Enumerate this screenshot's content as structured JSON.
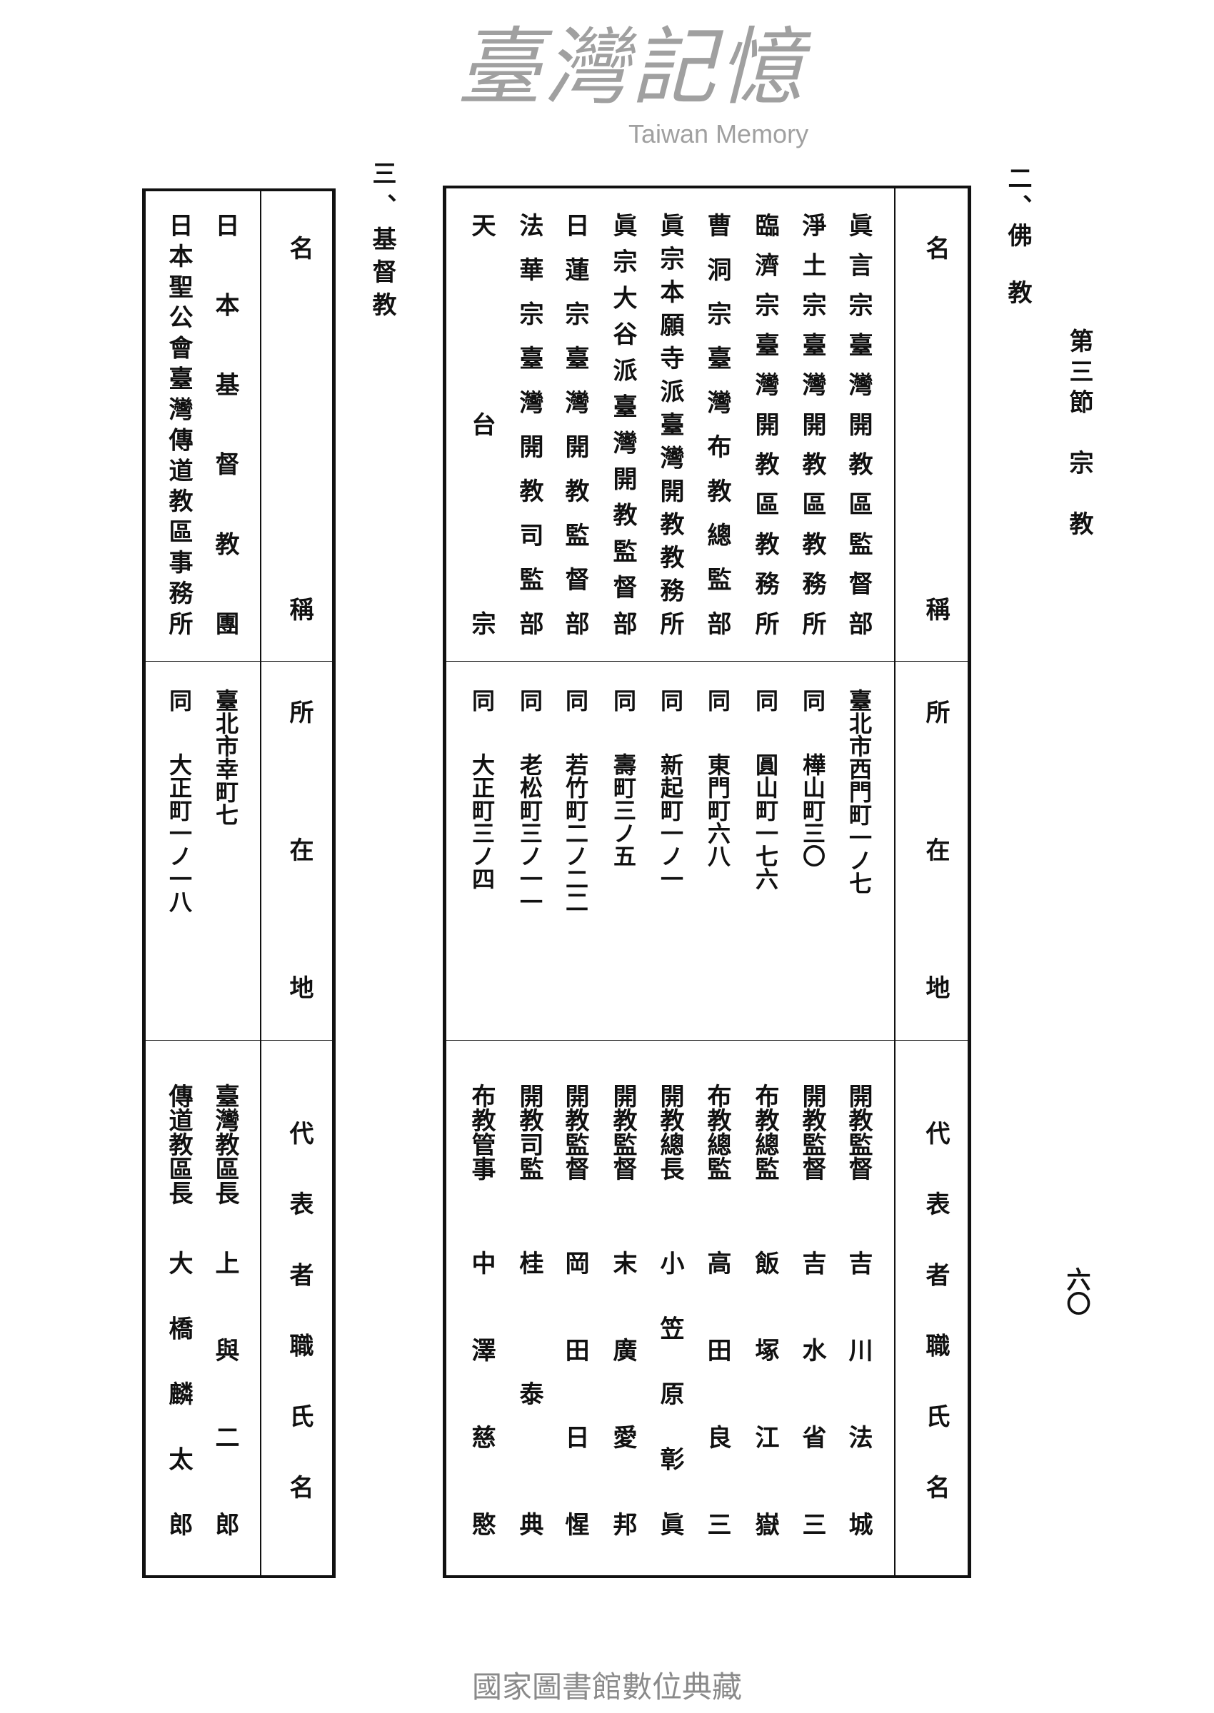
{
  "header": {
    "section": "第三節　宗　教",
    "page_number": "六〇"
  },
  "buddhism": {
    "title": "二、佛　教",
    "columns": {
      "name": "名稱",
      "location": "所在地",
      "representative": "代表者職氏名"
    },
    "rows": [
      {
        "name": "眞言宗臺灣開教區監督部",
        "ditto": "",
        "address": "臺北市西門町一ノ七",
        "title": "開教監督",
        "person": "吉川法城"
      },
      {
        "name": "淨土宗臺灣開教區教務所",
        "ditto": "同",
        "address": "樺山町三〇",
        "title": "開教監督",
        "person": "吉水省三"
      },
      {
        "name": "臨濟宗臺灣開教區教務所",
        "ditto": "同",
        "address": "圓山町一七六",
        "title": "布教總監",
        "person": "飯塚江嶽"
      },
      {
        "name": "曹洞宗臺灣布教總監部",
        "ditto": "同",
        "address": "東門町六八",
        "title": "布教總監",
        "person": "高田良三"
      },
      {
        "name": "眞宗本願寺派臺灣開教教務所",
        "ditto": "同",
        "address": "新起町一ノ一",
        "title": "開教總長",
        "person": "小笠原彰眞"
      },
      {
        "name": "眞宗大谷派臺灣開教監督部",
        "ditto": "同",
        "address": "壽町三ノ五",
        "title": "開教監督",
        "person": "末廣愛邦"
      },
      {
        "name": "日蓮宗臺灣開教監督部",
        "ditto": "同",
        "address": "若竹町二ノ二二",
        "title": "開教監督",
        "person": "岡田日惺"
      },
      {
        "name": "法華宗臺灣開教司監部",
        "ditto": "同",
        "address": "老松町三ノ一一",
        "title": "開教司監",
        "person": "桂泰典"
      },
      {
        "name": "天台宗",
        "ditto": "同",
        "address": "大正町三ノ四",
        "title": "布教管事",
        "person": "中澤慈愍"
      }
    ]
  },
  "christianity": {
    "title": "三、基督教",
    "columns": {
      "name": "名稱",
      "location": "所在地",
      "representative": "代表者職氏名"
    },
    "rows": [
      {
        "name": "日本基督教團",
        "ditto": "",
        "address": "臺北市幸町七",
        "title": "臺灣教區長",
        "person": "上與二郎"
      },
      {
        "name": "日本聖公會臺灣傳道教區事務所",
        "ditto": "同",
        "address": "大正町一ノ一八",
        "title": "傳道教區長",
        "person": "大橋麟太郎"
      }
    ]
  },
  "watermark": {
    "logo": "臺灣記憶",
    "logo_en": "Taiwan Memory"
  },
  "footer": {
    "credit": "國家圖書館數位典藏"
  }
}
